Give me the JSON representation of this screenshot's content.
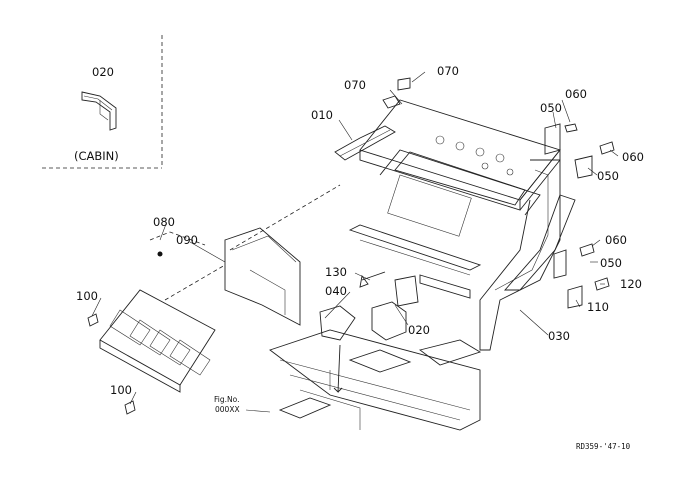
{
  "inset": {
    "part": "020",
    "caption": "(CABIN)"
  },
  "callouts": {
    "c010": "010",
    "c020a": "020",
    "c030": "030",
    "c040": "040",
    "c050a": "050",
    "c050b": "050",
    "c050c": "050",
    "c060a": "060",
    "c060b": "060",
    "c060c": "060",
    "c070a": "070",
    "c070b": "070",
    "c080": "080",
    "c090": "090",
    "c100a": "100",
    "c100b": "100",
    "c110": "110",
    "c120": "120",
    "c130": "130"
  },
  "figref": {
    "line1": "Fig.No.",
    "line2": "000XX"
  },
  "drawing_code": "RD359-'47-10"
}
